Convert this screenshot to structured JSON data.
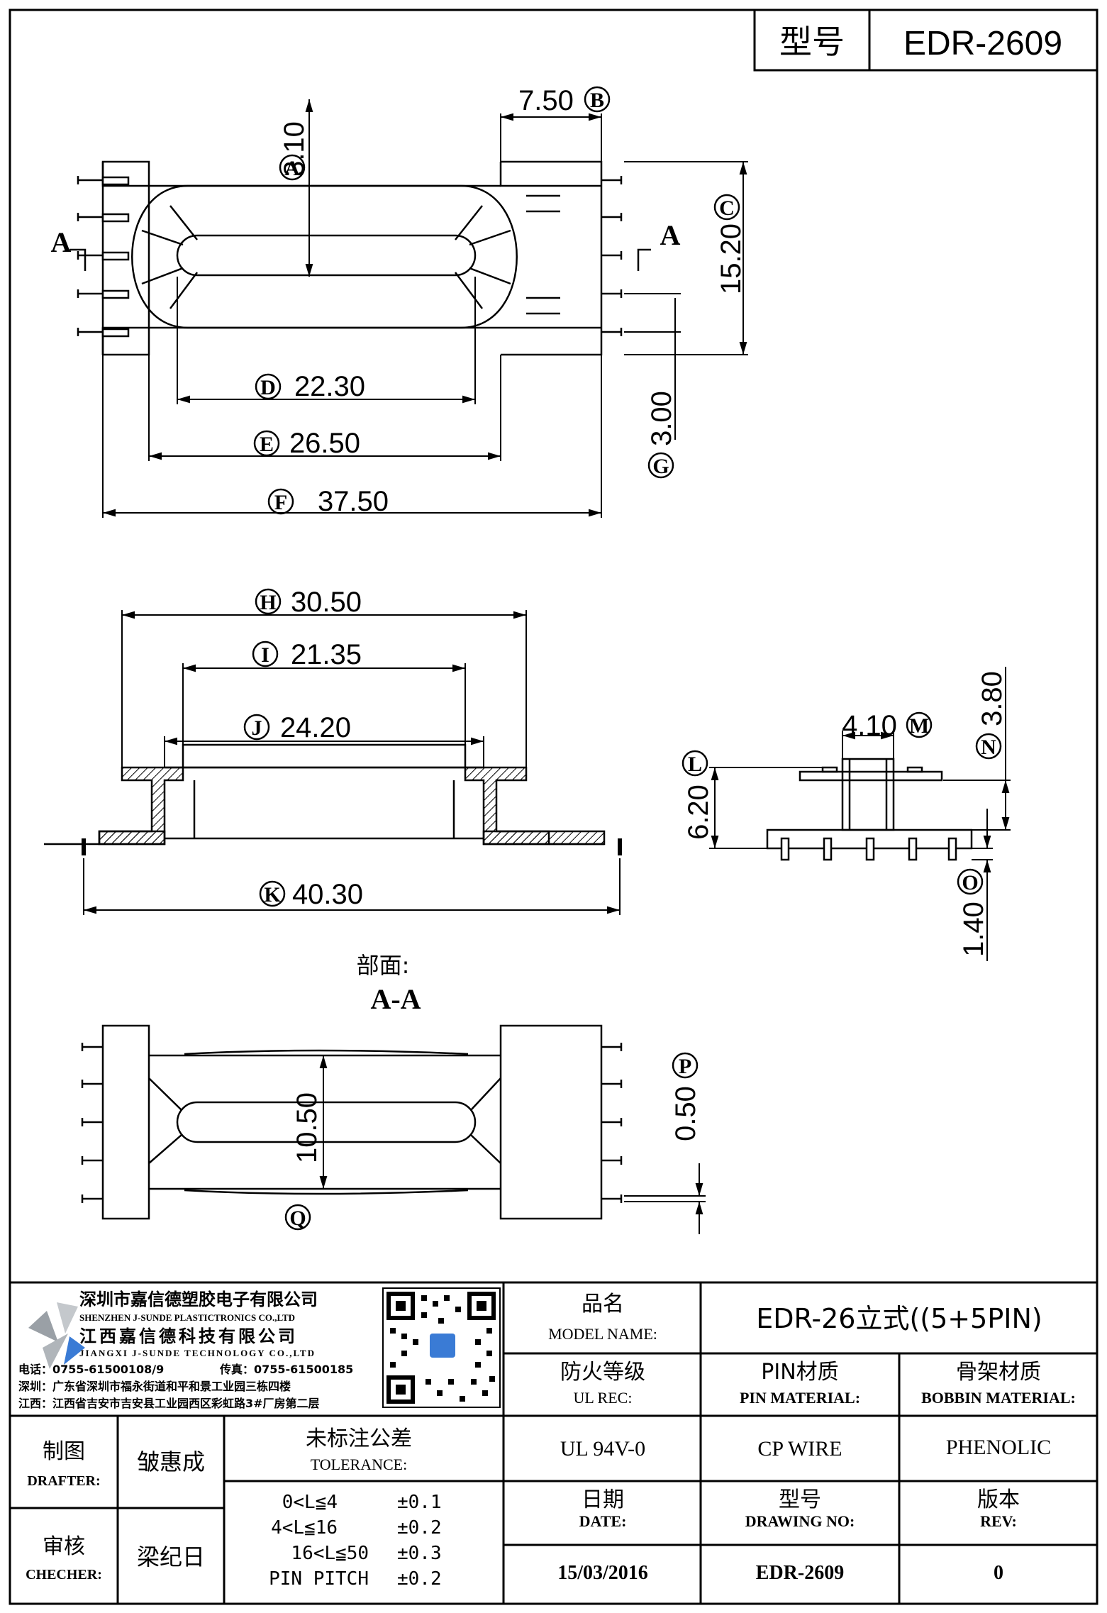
{
  "header": {
    "model_label": "型号",
    "model_value": "EDR-2609"
  },
  "dims": {
    "a": "3.10",
    "b": "7.50",
    "c": "15.20",
    "d": "22.30",
    "e": "26.50",
    "f": "37.50",
    "g": "3.00",
    "h": "30.50",
    "i": "21.35",
    "j": "24.20",
    "k": "40.30",
    "l": "6.20",
    "m": "4.10",
    "n": "3.80",
    "o": "1.40",
    "p": "0.50",
    "q": "10.50"
  },
  "letters": {
    "a": "A",
    "b": "B",
    "c": "C",
    "d": "D",
    "e": "E",
    "f": "F",
    "g": "G",
    "h": "H",
    "i": "I",
    "j": "J",
    "k": "K",
    "l": "L",
    "m": "M",
    "n": "N",
    "o": "O",
    "p": "P",
    "q": "Q"
  },
  "section": {
    "marker": "A",
    "label": "部面:",
    "name": "A-A"
  },
  "company": {
    "name_cn_1": "深圳市嘉信德塑胶电子有限公司",
    "name_en_1": "SHENZHEN J-SUNDE PLASTICTRONICS CO.,LTD",
    "name_cn_2": "江西嘉信德科技有限公司",
    "name_en_2": "JIANGXI J-SUNDE TECHNOLOGY CO.,LTD",
    "tel": "电话：0755-61500108/9",
    "fax": "传真：0755-61500185",
    "addr_sz": "深圳：广东省深圳市福永街道和平和景工业园三栋四楼",
    "addr_jx": "江西：江西省吉安市吉安县工业园西区彩虹路3#厂房第二层"
  },
  "title_block": {
    "model_name_cn": "品名",
    "model_name_en": "MODEL NAME:",
    "model_name_value": "EDR-26立式((5+5PIN)",
    "ul_cn": "防火等级",
    "ul_en": "UL REC:",
    "ul_value": "UL 94V-0",
    "pin_cn": "PIN材质",
    "pin_en": "PIN MATERIAL:",
    "pin_value": "CP WIRE",
    "bobbin_cn": "骨架材质",
    "bobbin_en": "BOBBIN MATERIAL:",
    "bobbin_value": "PHENOLIC",
    "drafter_cn": "制图",
    "drafter_en": "DRAFTER:",
    "drafter_name": "皱惠成",
    "checker_cn": "审核",
    "checker_en": "CHECHER:",
    "checker_name": "梁纪日",
    "tol_cn": "未标注公差",
    "tol_en": "TOLERANCE:",
    "tolerances": [
      {
        "range": "0<L≦4",
        "value": "±0.1"
      },
      {
        "range": "4<L≦16",
        "value": "±0.2"
      },
      {
        "range": "16<L≦50",
        "value": "±0.3"
      },
      {
        "range": "PIN PITCH",
        "value": "±0.2"
      }
    ],
    "date_cn": "日期",
    "date_en": "DATE:",
    "date_value": "15/03/2016",
    "dwg_cn": "型号",
    "dwg_en": "DRAWING NO:",
    "dwg_value": "EDR-2609",
    "rev_cn": "版本",
    "rev_en": "REV:",
    "rev_value": "0"
  },
  "colors": {
    "line": "#000000",
    "logo_blue": "#3a7bd5",
    "logo_grey": "#9aa0a6"
  }
}
